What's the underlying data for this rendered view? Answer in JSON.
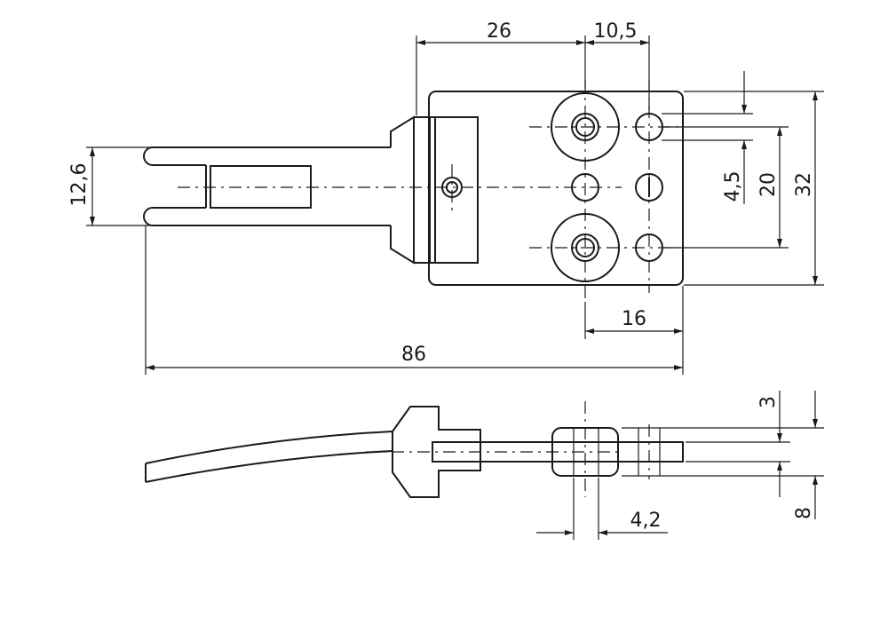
{
  "drawing": {
    "dimensions": {
      "d26": "26",
      "d10_5": "10,5",
      "d12_6": "12,6",
      "d4_5": "4,5",
      "d20": "20",
      "d32": "32",
      "d16": "16",
      "d86": "86",
      "d3": "3",
      "d8": "8",
      "d4_2": "4,2"
    }
  }
}
